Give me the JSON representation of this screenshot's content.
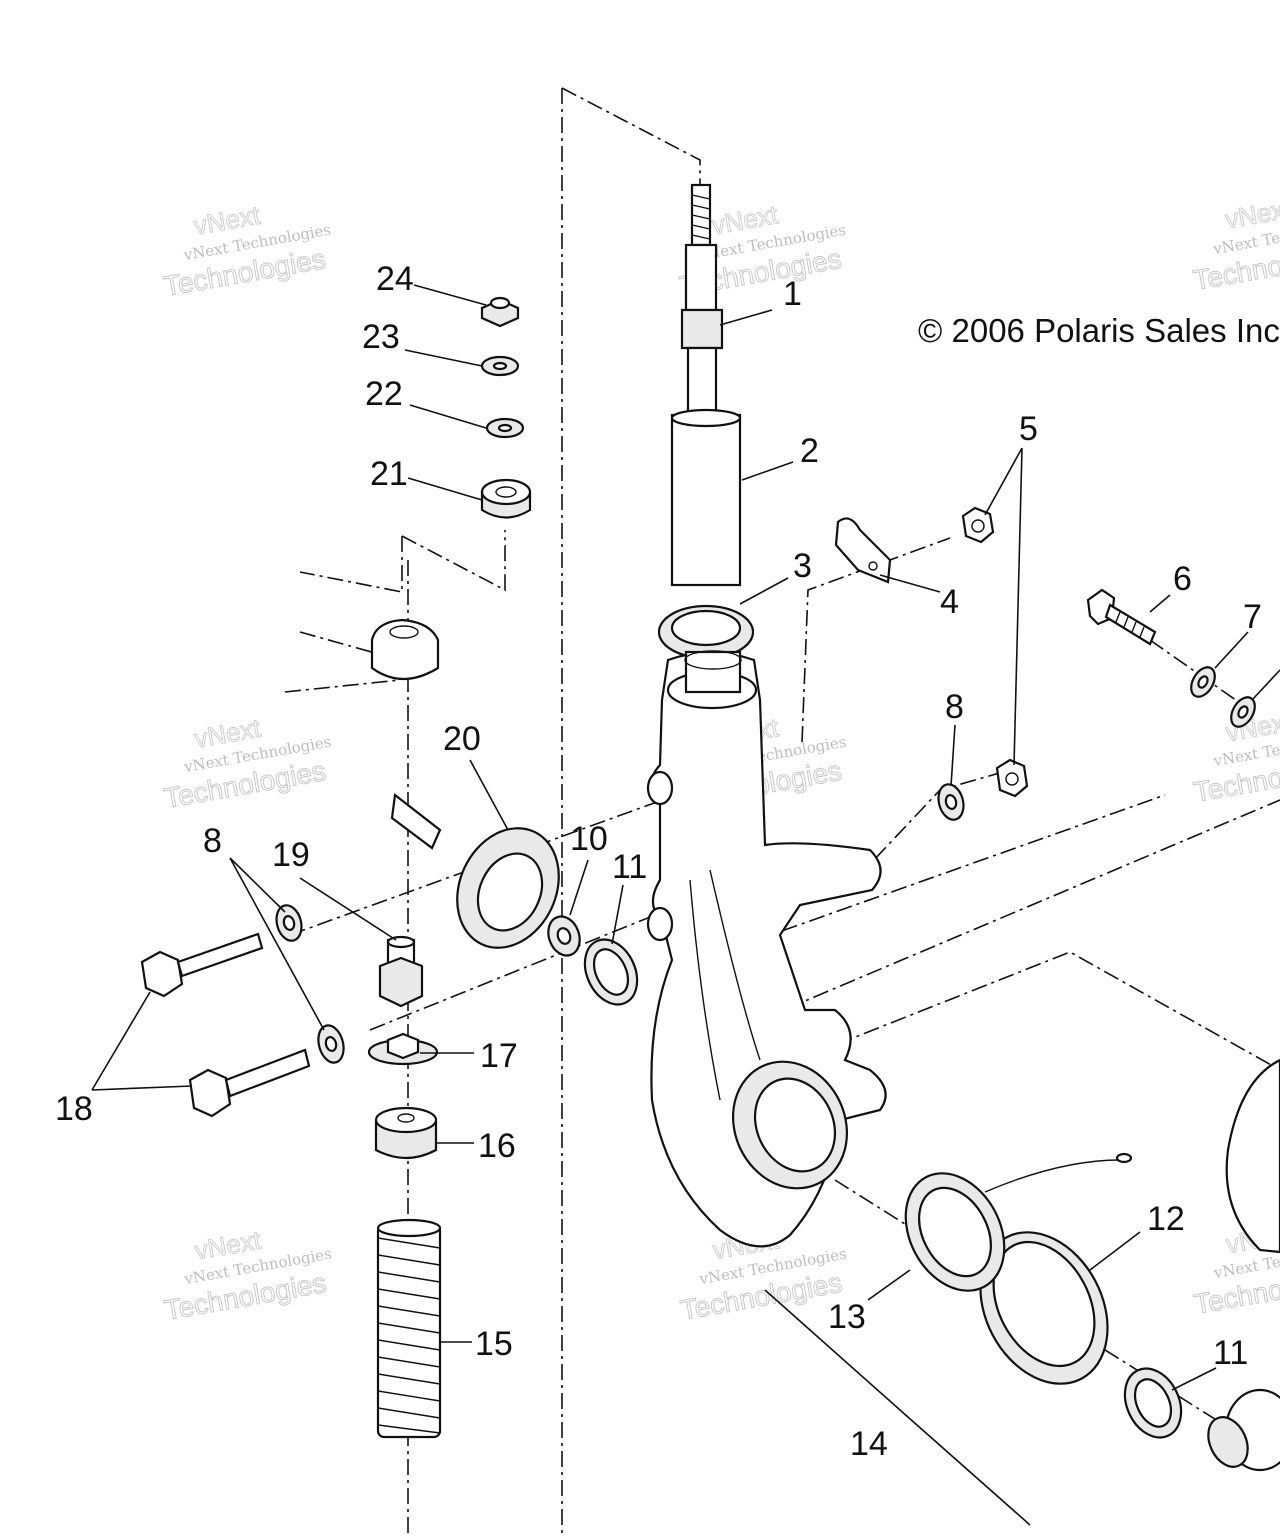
{
  "copyright": "© 2006 Polaris Sales Inc",
  "watermark": {
    "line1": "vNext Technologies",
    "line2": "Technologies",
    "line3": "vNext"
  },
  "callouts": {
    "c1": "1",
    "c2": "2",
    "c3": "3",
    "c4": "4",
    "c5": "5",
    "c6": "6",
    "c7": "7",
    "c8a": "8",
    "c8b": "8",
    "c10": "10",
    "c11a": "11",
    "c11b": "11",
    "c12": "12",
    "c13": "13",
    "c14": "14",
    "c15": "15",
    "c16": "16",
    "c17": "17",
    "c18": "18",
    "c19": "19",
    "c20": "20",
    "c21": "21",
    "c22": "22",
    "c23": "23",
    "c24": "24"
  }
}
